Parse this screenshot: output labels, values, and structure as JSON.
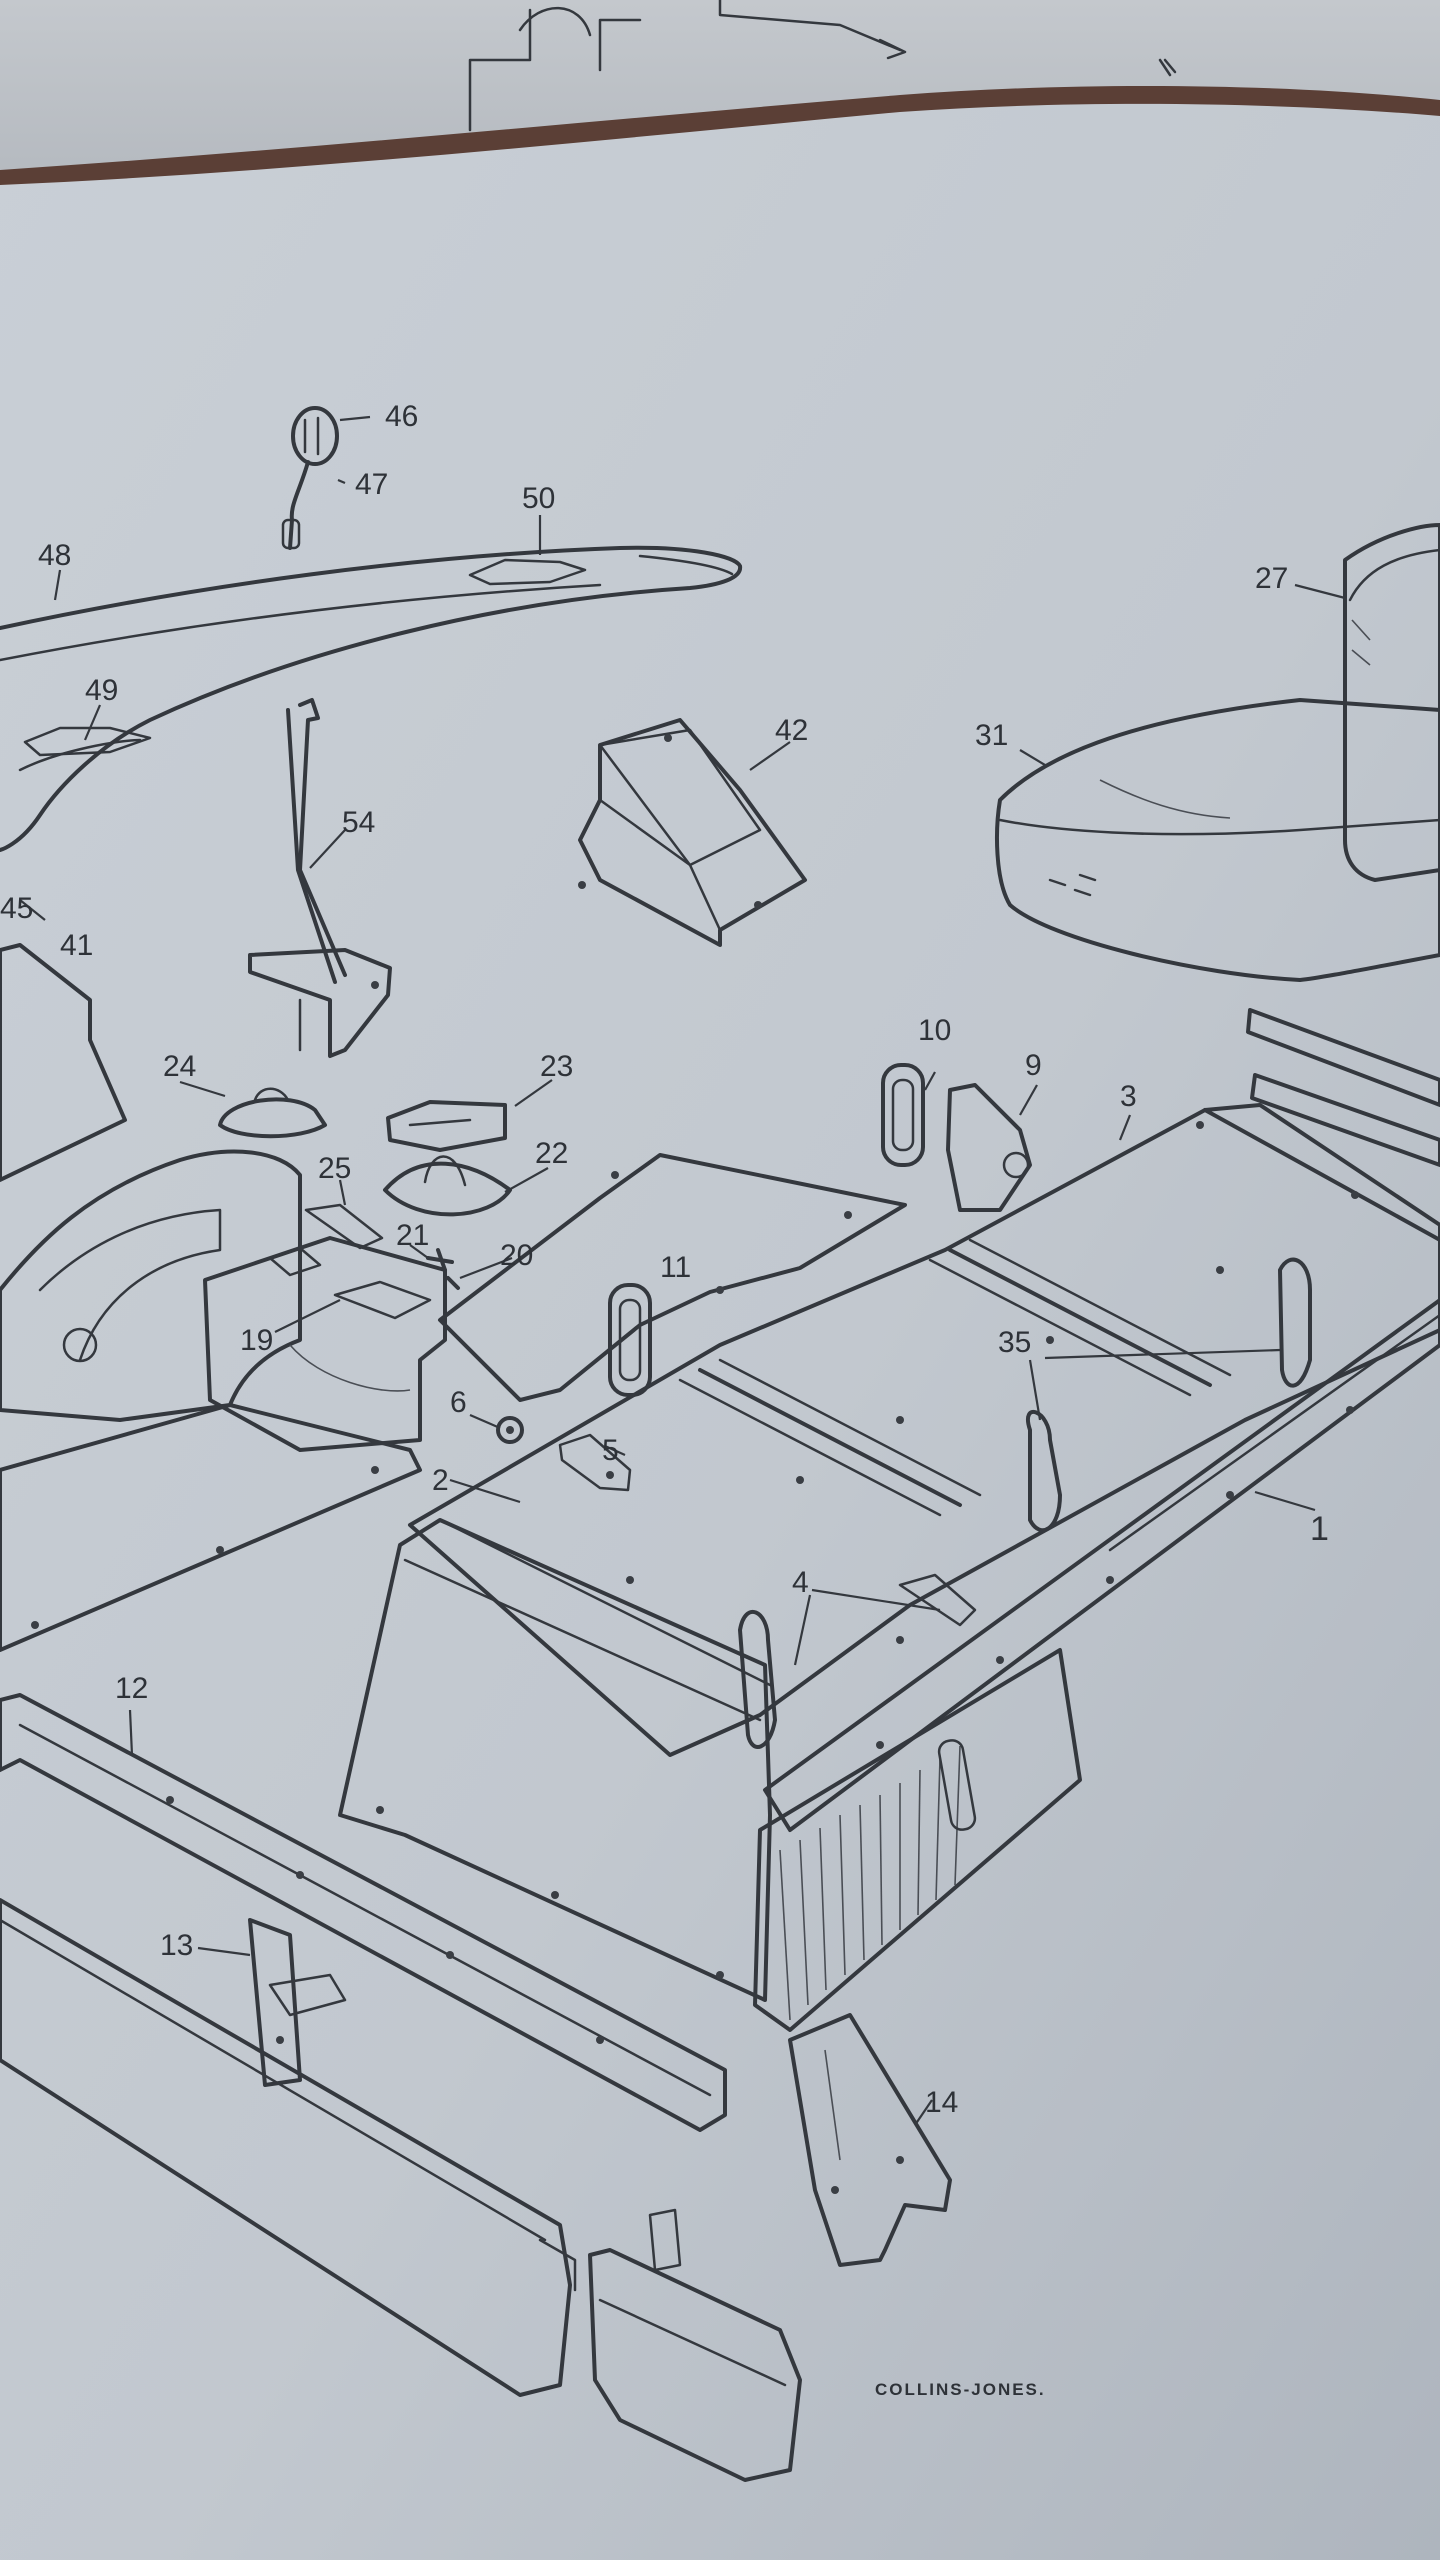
{
  "page": {
    "background": "#b9c0c8",
    "ink": "#34383e",
    "paper": "#c6ccd3"
  },
  "parts": [
    {
      "ref": "1",
      "label": "1"
    },
    {
      "ref": "2",
      "label": "2"
    },
    {
      "ref": "3",
      "label": "3"
    },
    {
      "ref": "4",
      "label": "4"
    },
    {
      "ref": "5",
      "label": "5"
    },
    {
      "ref": "6",
      "label": "6"
    },
    {
      "ref": "9",
      "label": "9"
    },
    {
      "ref": "10",
      "label": "10"
    },
    {
      "ref": "11",
      "label": "11"
    },
    {
      "ref": "12",
      "label": "12"
    },
    {
      "ref": "13",
      "label": "13"
    },
    {
      "ref": "14",
      "label": "14"
    },
    {
      "ref": "19",
      "label": "19"
    },
    {
      "ref": "20",
      "label": "20"
    },
    {
      "ref": "21",
      "label": "21"
    },
    {
      "ref": "22",
      "label": "22"
    },
    {
      "ref": "23",
      "label": "23"
    },
    {
      "ref": "24",
      "label": "24"
    },
    {
      "ref": "25",
      "label": "25"
    },
    {
      "ref": "27",
      "label": "27"
    },
    {
      "ref": "31",
      "label": "31"
    },
    {
      "ref": "35",
      "label": "35"
    },
    {
      "ref": "41",
      "label": "41"
    },
    {
      "ref": "42",
      "label": "42"
    },
    {
      "ref": "45",
      "label": "45"
    },
    {
      "ref": "46",
      "label": "46"
    },
    {
      "ref": "47",
      "label": "47"
    },
    {
      "ref": "48",
      "label": "48"
    },
    {
      "ref": "49",
      "label": "49"
    },
    {
      "ref": "50",
      "label": "50"
    },
    {
      "ref": "54",
      "label": "54"
    }
  ],
  "credit": "COLLINS-JONES."
}
